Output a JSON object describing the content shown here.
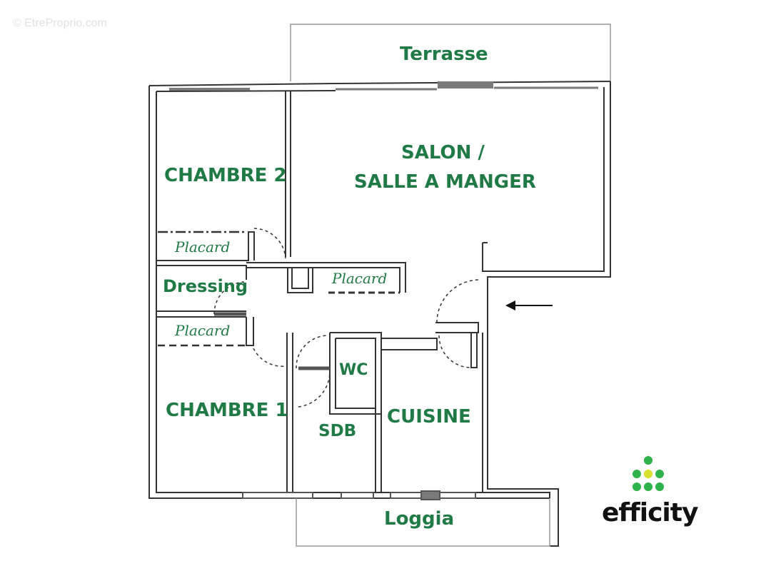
{
  "watermark": "© EtreProprio.com",
  "rooms": {
    "terrasse": "Terrasse",
    "salon_line1": "SALON /",
    "salon_line2": "SALLE A MANGER",
    "chambre2": "CHAMBRE 2",
    "dressing": "Dressing",
    "chambre1": "CHAMBRE 1",
    "wc": "WC",
    "sdb": "SDB",
    "cuisine": "CUISINE",
    "loggia": "Loggia"
  },
  "placards": [
    "Placard",
    "Placard",
    "Placard"
  ],
  "logo": {
    "text": "efficity",
    "green": "#2db34a",
    "yellow": "#d8e030"
  },
  "colors": {
    "label_green": "#1f7a45",
    "wall": "#333333",
    "window": "#7a7a7a"
  },
  "entrance_arrow_icon": "arrow-left-icon"
}
